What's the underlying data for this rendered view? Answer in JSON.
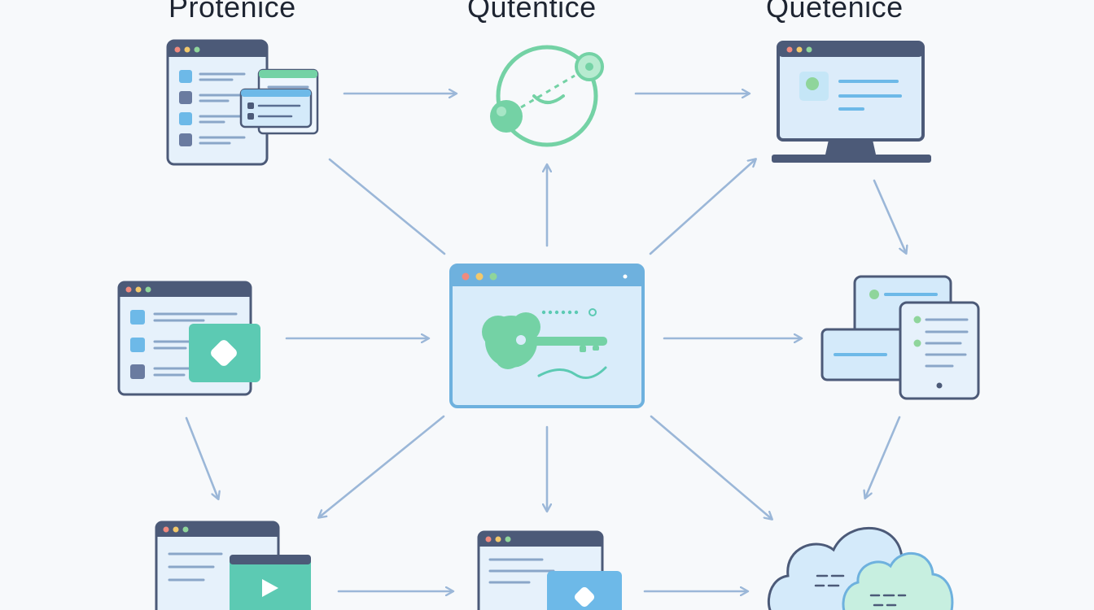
{
  "headings": [
    "Protenice",
    "Qutentice",
    "Quetenice"
  ],
  "colors": {
    "window_frame": "#4c5a78",
    "window_fill": "#e6f1fb",
    "central_frame": "#6eb1de",
    "central_fill": "#d9ecfa",
    "accent_green": "#74d2a5",
    "accent_teal": "#5ccab3",
    "accent_blue": "#6db9e8",
    "arrow": "#9bb7d8",
    "dot_red": "#f08a7e",
    "dot_yellow": "#f2c86b",
    "dot_green": "#8fd59b"
  },
  "nodes": [
    {
      "id": "top-left",
      "icon": "document-windows-icon"
    },
    {
      "id": "top-center",
      "icon": "connection-link-icon"
    },
    {
      "id": "top-right",
      "icon": "laptop-icon"
    },
    {
      "id": "middle-left",
      "icon": "window-with-card-icon"
    },
    {
      "id": "center",
      "icon": "key-window-icon"
    },
    {
      "id": "middle-right",
      "icon": "devices-icon"
    },
    {
      "id": "bottom-left",
      "icon": "video-window-icon"
    },
    {
      "id": "bottom-center",
      "icon": "window-with-widget-icon"
    },
    {
      "id": "bottom-right",
      "icon": "cloud-icon"
    }
  ]
}
